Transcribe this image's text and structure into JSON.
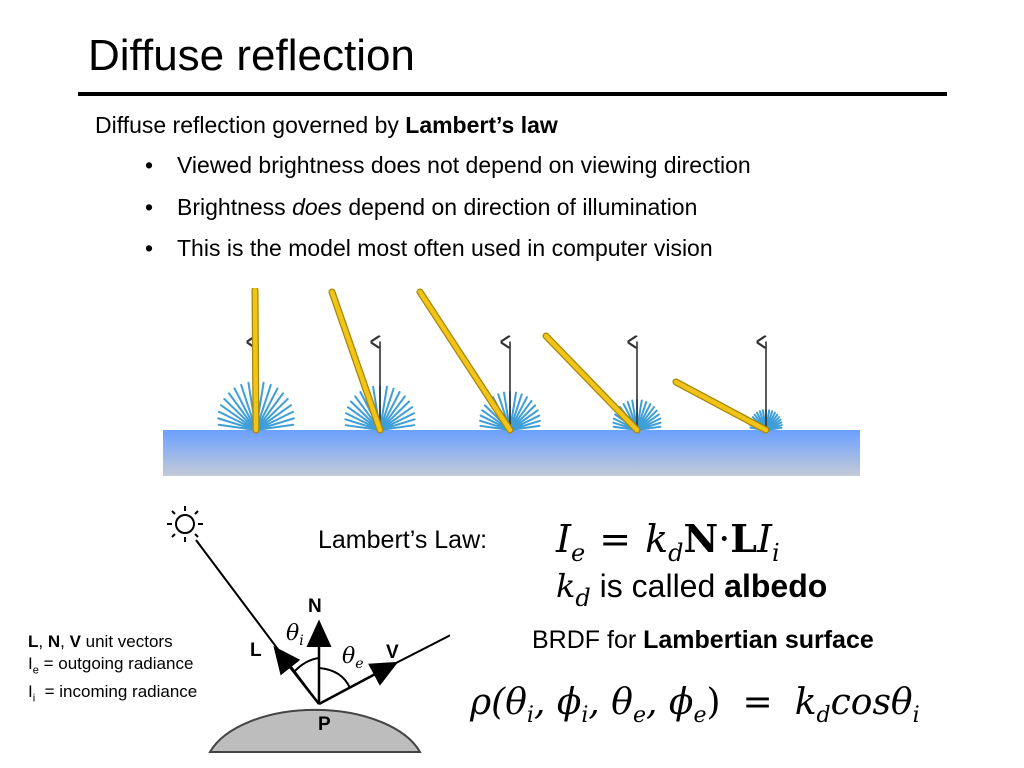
{
  "title": "Diffuse reflection",
  "intro": {
    "prefix": "Diffuse reflection governed by ",
    "bold": "Lambert’s law"
  },
  "bullets": [
    {
      "text": "Viewed brightness does not depend on viewing direction"
    },
    {
      "before": "Brightness ",
      "emph": "does",
      "after": " depend on direction of illumination"
    },
    {
      "text": "This is the model most often used in computer vision"
    }
  ],
  "bullet_glyph": "•",
  "colors": {
    "light_ray": "#f0c419",
    "scatter_ray": "#3e9ed8",
    "surface_top": "#6aa0ff",
    "surface_bottom": "#c4cad8",
    "hemisphere": "#bdbdbd"
  },
  "diagram": {
    "sun_icon": "sun-icon",
    "eye_icon": "eye-icon",
    "labels": {
      "L": "L",
      "N": "N",
      "V": "V",
      "P": "P",
      "theta_i": "θ",
      "theta_i_sub": "i",
      "theta_e": "θ",
      "theta_e_sub": "e"
    }
  },
  "legend": {
    "line1_L": "L",
    "line1_sep1": ", ",
    "line1_N": "N",
    "line1_sep2": ", ",
    "line1_V": "V",
    "line1_rest": " unit vectors",
    "line2_I": "I",
    "line2_sub": "e",
    "line2_rest": " = outgoing radiance",
    "line3_I": "I",
    "line3_sub": "i",
    "line3_rest": "  = incoming radiance"
  },
  "lambert": {
    "label": "Lambert’s Law: ",
    "I": "I",
    "e": "e",
    "eq": "=",
    "k": "k",
    "d": "d",
    "N": "N",
    "dot": "·",
    "L": "L",
    "I2": "I",
    "i": "i"
  },
  "albedo": {
    "k": "k",
    "d": "d",
    "text": " is called ",
    "bold": "albedo"
  },
  "brdf": {
    "prefix": "BRDF for ",
    "bold": "Lambertian surface"
  },
  "brdf_equation": {
    "lhs": "ρ(θ",
    "s1": "i",
    "c1": ", ϕ",
    "s2": "i",
    "c2": ", θ",
    "s3": "e",
    "c3": ", ϕ",
    "s4": "e",
    "close": ")",
    "eq": "=",
    "k": "k",
    "d": "d",
    "cos": "cosθ",
    "i": "i"
  }
}
